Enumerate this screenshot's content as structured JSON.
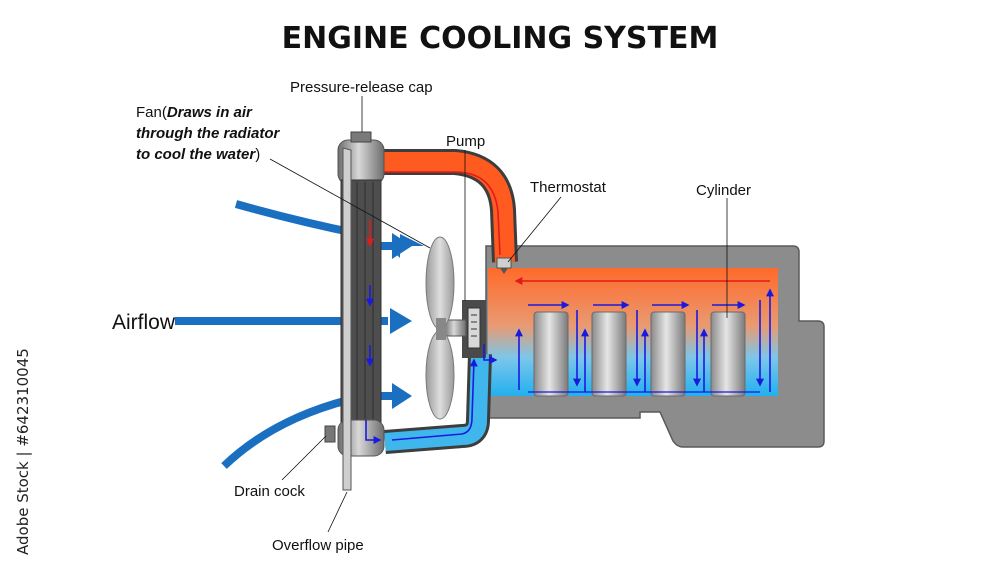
{
  "title": "ENGINE COOLING SYSTEM",
  "labels": {
    "pressure_cap": "Pressure-release cap",
    "fan_prefix": "Fan(",
    "fan_line1_italic": "Draws in air",
    "fan_line2": "through the radiator",
    "fan_line3_italic": "to cool the water",
    "fan_close": ")",
    "pump": "Pump",
    "thermostat": "Thermostat",
    "cylinder": "Cylinder",
    "airflow": "Airflow",
    "drain_cock": "Drain cock",
    "overflow_pipe": "Overflow pipe"
  },
  "stock_id": "Adobe Stock | #642310045",
  "colors": {
    "hot": "#ff5a1f",
    "cold": "#3fb7ec",
    "arrow_blue": "#1b6fc0",
    "flow_arrow": "#1a1adf",
    "engine_gray": "#8c8c8c",
    "radiator_dark": "#4e4e4e"
  }
}
